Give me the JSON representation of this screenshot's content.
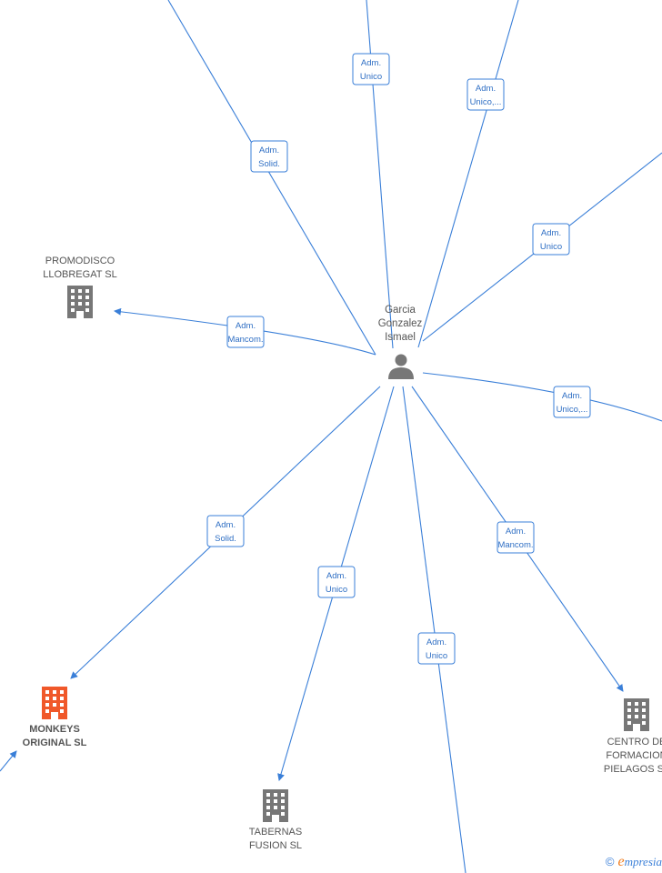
{
  "center": {
    "label_lines": [
      "Garcia",
      "Gonzalez",
      "Ismael"
    ],
    "icon": "person-icon",
    "color": "#777777"
  },
  "colors": {
    "edge": "#3a7fd8",
    "building": "#777777",
    "building_highlight": "#f0582a",
    "role_text": "#2f6fc4"
  },
  "companies": [
    {
      "id": "promodisco",
      "label_lines": [
        "PROMODISCO",
        "LLOBREGAT SL"
      ],
      "highlight": false
    },
    {
      "id": "monkeys",
      "label_lines": [
        "MONKEYS",
        "ORIGINAL  SL"
      ],
      "highlight": true
    },
    {
      "id": "tabernas",
      "label_lines": [
        "TABERNAS",
        "FUSION  SL"
      ],
      "highlight": false
    },
    {
      "id": "centro",
      "label_lines": [
        "CENTRO DE",
        "FORMACION",
        "PIELAGOS SL"
      ],
      "highlight": false
    }
  ],
  "roles": [
    {
      "id": "r1",
      "lines": [
        "Adm.",
        "Solid."
      ]
    },
    {
      "id": "r2",
      "lines": [
        "Adm.",
        "Unico"
      ]
    },
    {
      "id": "r3",
      "lines": [
        "Adm.",
        "Unico,..."
      ]
    },
    {
      "id": "r4",
      "lines": [
        "Adm.",
        "Unico"
      ]
    },
    {
      "id": "r5",
      "lines": [
        "Adm.",
        "Mancom."
      ]
    },
    {
      "id": "r6",
      "lines": [
        "Adm.",
        "Unico,..."
      ]
    },
    {
      "id": "r7",
      "lines": [
        "Adm.",
        "Solid."
      ]
    },
    {
      "id": "r8",
      "lines": [
        "Adm.",
        "Unico"
      ]
    },
    {
      "id": "r9",
      "lines": [
        "Adm.",
        "Unico"
      ]
    },
    {
      "id": "r10",
      "lines": [
        "Adm.",
        "Mancom."
      ]
    }
  ],
  "brand": {
    "copyright": "©",
    "initial": "e",
    "rest": "mpresia"
  }
}
